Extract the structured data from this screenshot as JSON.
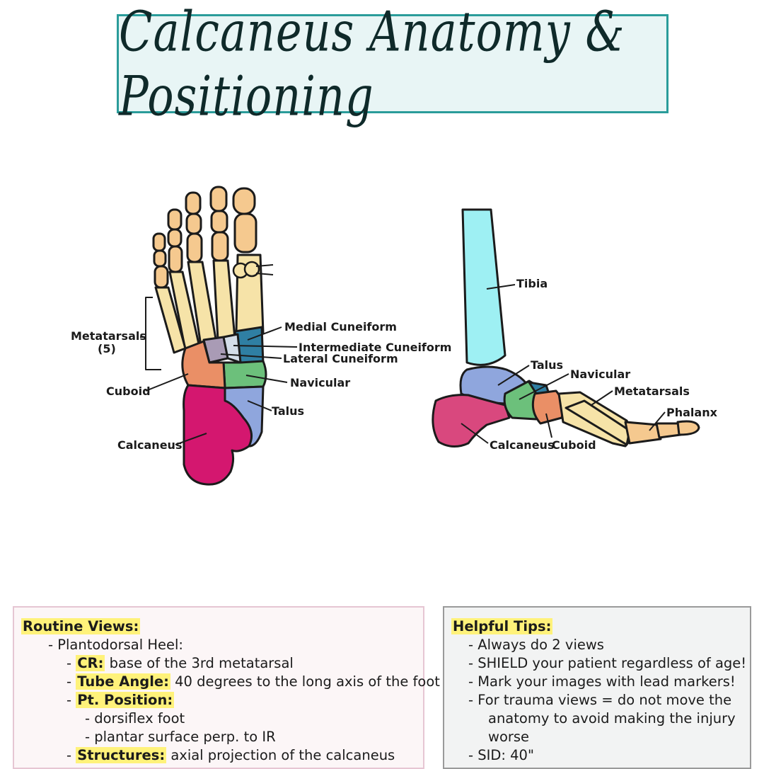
{
  "title": "Calcaneus Anatomy & Positioning",
  "colors": {
    "title_border": "#2a9c9a",
    "title_bg": "#e8f5f5",
    "phalanges": "#f5c98f",
    "metatarsals": "#f6e3a8",
    "medial_cuneiform": "#2f7fa3",
    "intermediate_cuneiform": "#a99bb5",
    "lateral_cuneiform": "#d4dde8",
    "cuboid": "#ea8f66",
    "navicular": "#6cc07b",
    "talus": "#8fa6dd",
    "calcaneus": "#d4176f",
    "calcaneus_lateral": "#d9487e",
    "tibia": "#9ef0f3",
    "highlight": "#fff27a"
  },
  "dorsal_labels": {
    "metatarsals": "Metatarsals",
    "metatarsals_count": "(5)",
    "medial_cuneiform": "Medial Cuneiform",
    "intermediate_cuneiform": "Intermediate Cuneiform",
    "lateral_cuneiform": "Lateral Cuneiform",
    "navicular": "Navicular",
    "cuboid": "Cuboid",
    "talus": "Talus",
    "calcaneus": "Calcaneus"
  },
  "lateral_labels": {
    "tibia": "Tibia",
    "talus": "Talus",
    "navicular": "Navicular",
    "metatarsals": "Metatarsals",
    "phalanx": "Phalanx",
    "calcaneus": "Calcaneus",
    "cuboid": "Cuboid"
  },
  "routine_views": {
    "heading": "Routine Views:",
    "view_name": "- Plantodorsal Heel:",
    "cr_label": "CR:",
    "cr_text": "base of the 3rd metatarsal",
    "tube_label": "Tube Angle:",
    "tube_text": "40 degrees to the long axis of the foot",
    "position_label": "Pt. Position:",
    "position_items": [
      "- dorsiflex foot",
      "- plantar surface perp. to IR"
    ],
    "structures_label": "Structures:",
    "structures_text": "axial projection of the calcaneus",
    "dash": "-"
  },
  "helpful_tips": {
    "heading": "Helpful Tips:",
    "items": [
      "- Always do 2 views",
      "- SHIELD your patient regardless of age!",
      "- Mark your images with lead markers!",
      "- For trauma views = do not move the",
      "anatomy to   avoid making the injury",
      "worse",
      "- SID: 40\""
    ]
  }
}
